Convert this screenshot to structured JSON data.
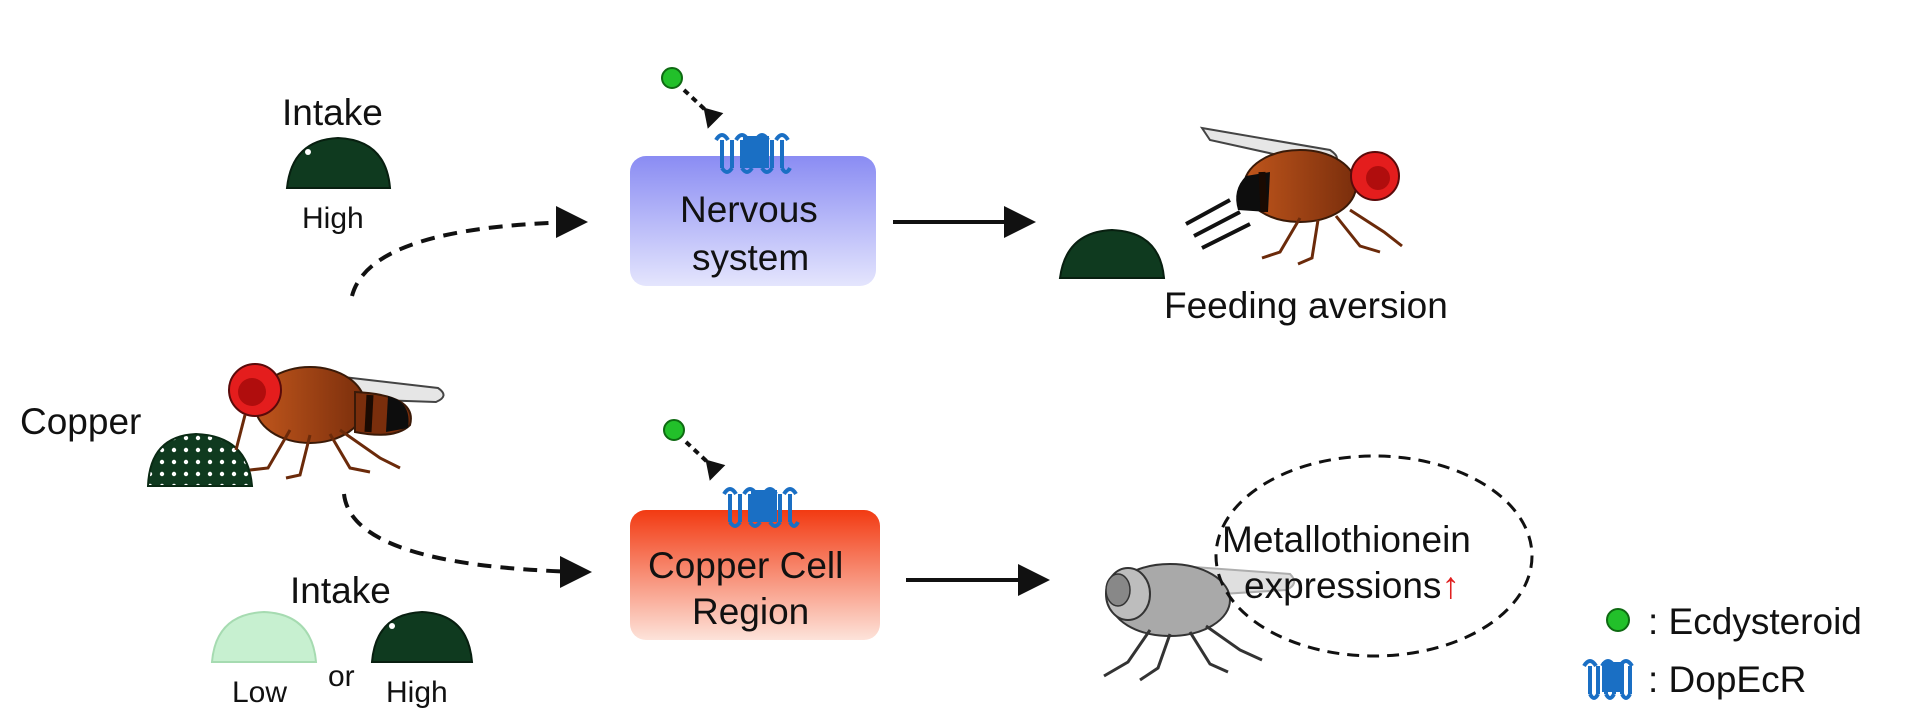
{
  "copper_label": "Copper",
  "top_branch": {
    "intake_label": "Intake",
    "level_label": "High",
    "organ_line1": "Nervous",
    "organ_line2": "system",
    "outcome_label": "Feeding aversion"
  },
  "bottom_branch": {
    "intake_label": "Intake",
    "low_label": "Low",
    "or_label": "or",
    "high_label": "High",
    "organ_line1": "Copper Cell",
    "organ_line2": "Region",
    "outcome_line1": "Metallothionein",
    "outcome_line2": "expressions",
    "outcome_arrow": "↑"
  },
  "legend": {
    "ecdysteroid_label": ": Ecdysteroid",
    "dopecr_label": ": DopEcR"
  },
  "colors": {
    "food_dark": "#0f3a1f",
    "food_light": "#c7f0d0",
    "ecdysteroid_green": "#22c02a",
    "receptor_blue": "#1a6fc4",
    "nervous_top": "#8a8cf3",
    "nervous_bottom": "#e4e5fd",
    "copper_top": "#f23a12",
    "copper_bottom": "#fde3da",
    "up_arrow_red": "#e02020"
  }
}
